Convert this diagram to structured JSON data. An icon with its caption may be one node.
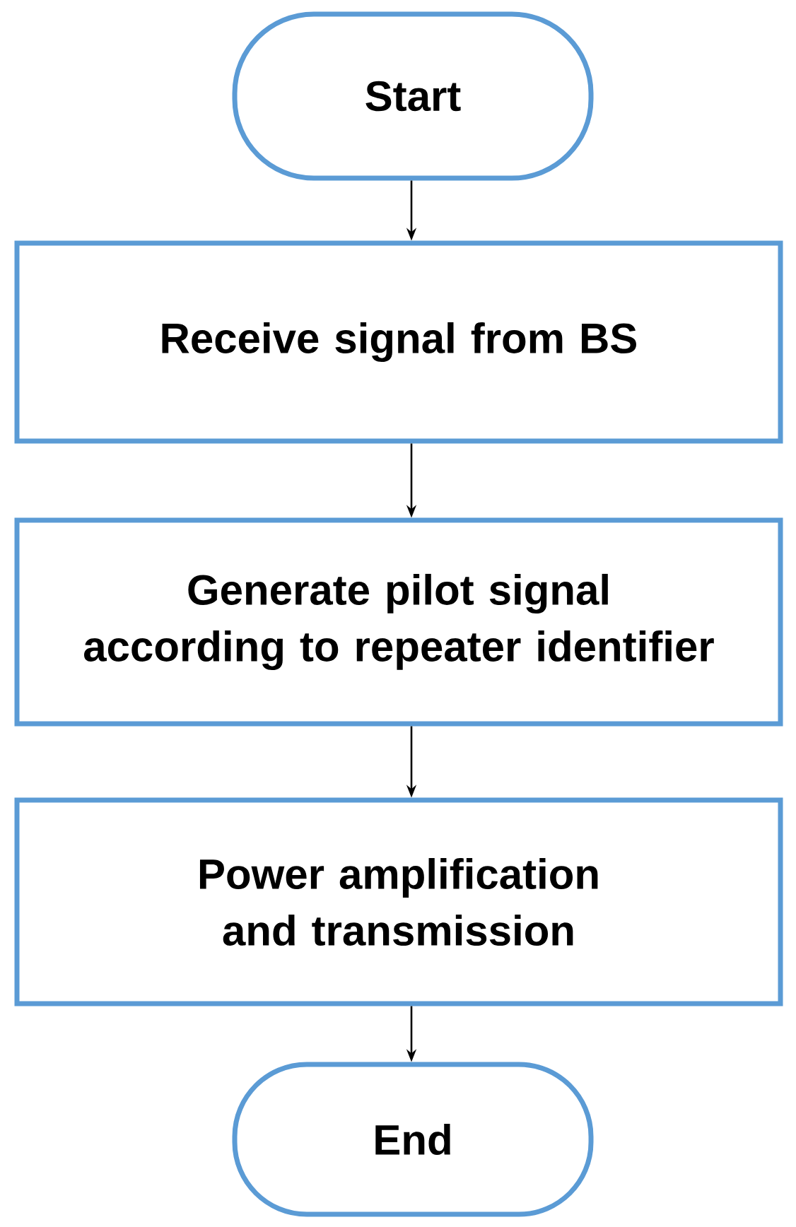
{
  "diagram": {
    "nodes": [
      {
        "text": [
          "Start"
        ]
      },
      {
        "text": [
          "Receive signal from BS"
        ]
      },
      {
        "text": [
          "Generate pilot signal according to repeater identifier"
        ]
      },
      {
        "text": [
          "Power amplification and transmission"
        ]
      },
      {
        "text": [
          "End"
        ]
      }
    ],
    "edges": [
      {
        "from": 0,
        "to": 1,
        "arrow": "to"
      },
      {
        "from": 1,
        "to": 2,
        "arrow": "to"
      },
      {
        "from": 2,
        "to": 3,
        "arrow": "to"
      },
      {
        "from": 3,
        "to": 4,
        "arrow": "to"
      }
    ]
  }
}
